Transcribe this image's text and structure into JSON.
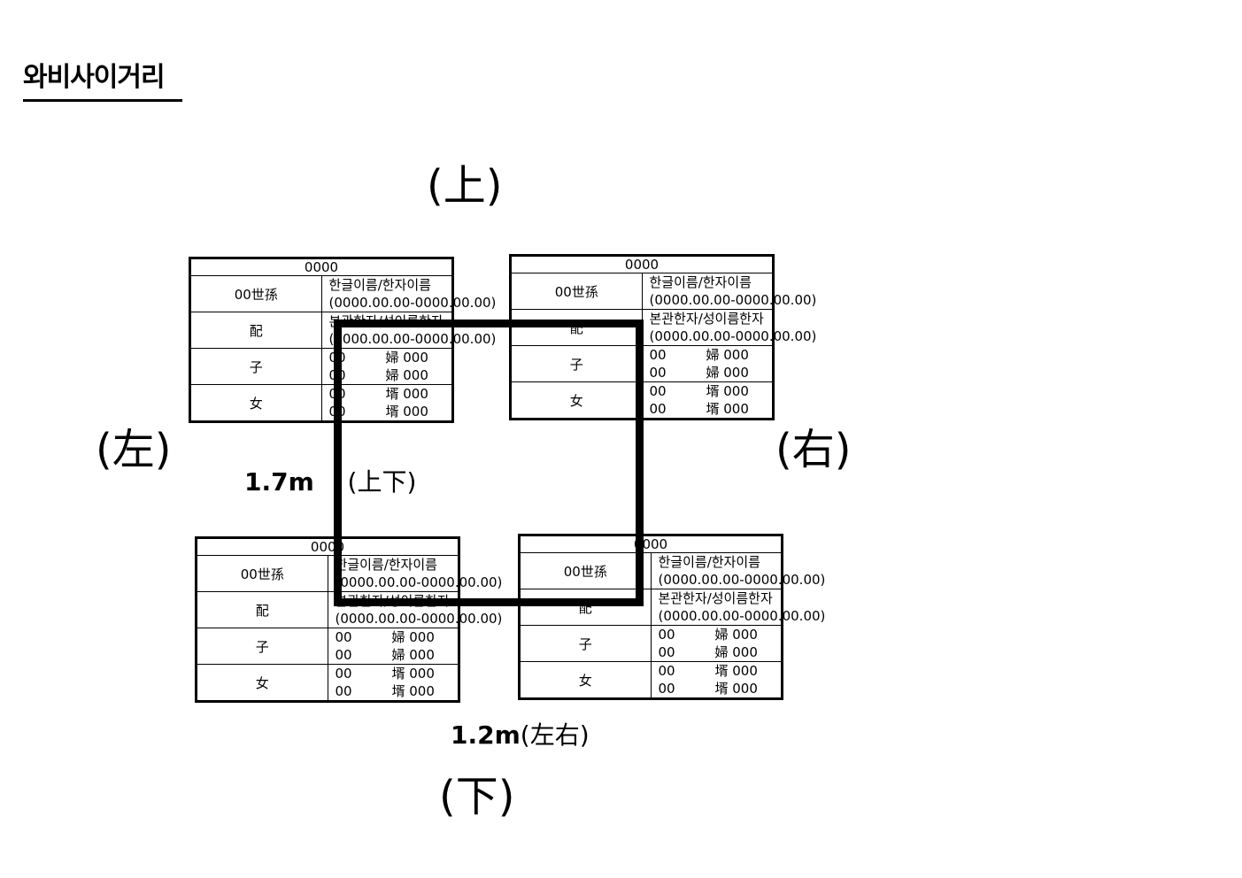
{
  "title": "와비사이거리",
  "directions": {
    "up": "(上)",
    "down": "(下)",
    "left": "(左)",
    "right": "(右)"
  },
  "measures": {
    "vertical": {
      "value": "1.7m",
      "hanja": "(上下)"
    },
    "horizontal": {
      "value": "1.2m",
      "hanja": "(左右)"
    }
  },
  "cards": [
    {
      "header": "0000",
      "sun": {
        "key": "00世孫",
        "line1": "한글이름/한자이름",
        "line2": "(0000.00.00-0000.00.00)"
      },
      "spouse": {
        "key": "配",
        "line1": "본관한자/성이름한자",
        "line2": "(0000.00.00-0000.00.00)"
      },
      "son": {
        "key": "子",
        "rows": [
          {
            "a": "00",
            "b": "婦 000"
          },
          {
            "a": "00",
            "b": "婦 000"
          }
        ]
      },
      "daughter": {
        "key": "女",
        "rows": [
          {
            "a": "00",
            "b": "壻 000"
          },
          {
            "a": "00",
            "b": "壻 000"
          }
        ]
      }
    },
    {
      "header": "0000",
      "sun": {
        "key": "00世孫",
        "line1": "한글이름/한자이름",
        "line2": "(0000.00.00-0000.00.00)"
      },
      "spouse": {
        "key": "配",
        "line1": "본관한자/성이름한자",
        "line2": "(0000.00.00-0000.00.00)"
      },
      "son": {
        "key": "子",
        "rows": [
          {
            "a": "00",
            "b": "婦 000"
          },
          {
            "a": "00",
            "b": "婦 000"
          }
        ]
      },
      "daughter": {
        "key": "女",
        "rows": [
          {
            "a": "00",
            "b": "壻 000"
          },
          {
            "a": "00",
            "b": "壻 000"
          }
        ]
      }
    },
    {
      "header": "0000",
      "sun": {
        "key": "00世孫",
        "line1": "한글이름/한자이름",
        "line2": "(0000.00.00-0000.00.00)"
      },
      "spouse": {
        "key": "配",
        "line1": "본관한자/성이름한자",
        "line2": "(0000.00.00-0000.00.00)"
      },
      "son": {
        "key": "子",
        "rows": [
          {
            "a": "00",
            "b": "婦 000"
          },
          {
            "a": "00",
            "b": "婦 000"
          }
        ]
      },
      "daughter": {
        "key": "女",
        "rows": [
          {
            "a": "00",
            "b": "壻 000"
          },
          {
            "a": "00",
            "b": "壻 000"
          }
        ]
      }
    },
    {
      "header": "0000",
      "sun": {
        "key": "00世孫",
        "line1": "한글이름/한자이름",
        "line2": "(0000.00.00-0000.00.00)"
      },
      "spouse": {
        "key": "配",
        "line1": "본관한자/성이름한자",
        "line2": "(0000.00.00-0000.00.00)"
      },
      "son": {
        "key": "子",
        "rows": [
          {
            "a": "00",
            "b": "婦 000"
          },
          {
            "a": "00",
            "b": "婦 000"
          }
        ]
      },
      "daughter": {
        "key": "女",
        "rows": [
          {
            "a": "00",
            "b": "壻 000"
          },
          {
            "a": "00",
            "b": "壻 000"
          }
        ]
      }
    }
  ]
}
